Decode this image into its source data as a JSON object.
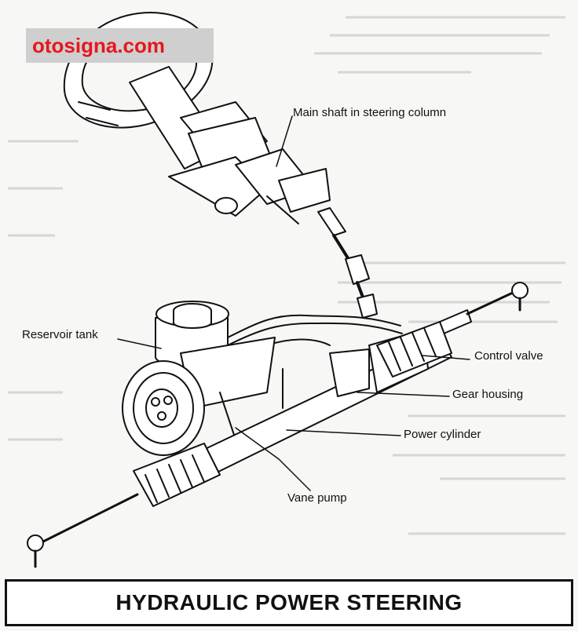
{
  "watermark": {
    "text": "otosigna.com",
    "color": "#e8161e",
    "box_color": "#cfcfcf"
  },
  "title": "HYDRAULIC POWER STEERING",
  "labels": {
    "main_shaft": "Main shaft in steering column",
    "reservoir_tank": "Reservoir tank",
    "control_valve": "Control valve",
    "gear_housing": "Gear housing",
    "power_cylinder": "Power cylinder",
    "vane_pump": "Vane pump"
  },
  "icons": [
    "steering-wheel-icon",
    "reservoir-tank-icon",
    "vane-pump-pulley-icon",
    "steering-rack-icon",
    "universal-joint-icon",
    "tie-rod-end-icon"
  ]
}
